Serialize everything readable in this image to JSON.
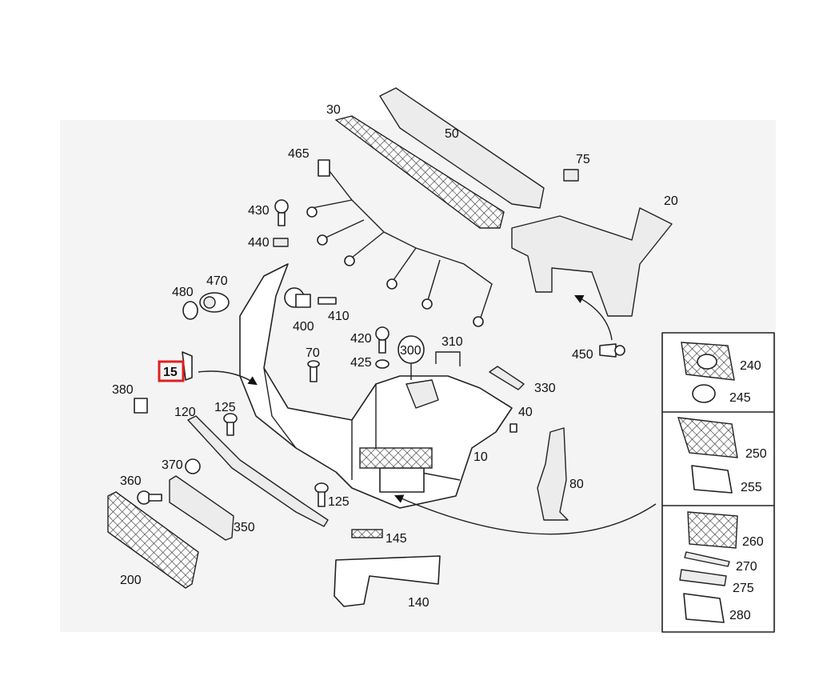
{
  "labels": {
    "p10": "10",
    "p15": "15",
    "p20": "20",
    "p30": "30",
    "p40": "40",
    "p50": "50",
    "p70": "70",
    "p75": "75",
    "p80": "80",
    "p120": "120",
    "p125a": "125",
    "p125b": "125",
    "p140": "140",
    "p145": "145",
    "p200": "200",
    "p240": "240",
    "p245": "245",
    "p250": "250",
    "p255": "255",
    "p260": "260",
    "p270": "270",
    "p275": "275",
    "p280": "280",
    "p300": "300",
    "p310": "310",
    "p330": "330",
    "p350": "350",
    "p360": "360",
    "p370": "370",
    "p380": "380",
    "p400": "400",
    "p410": "410",
    "p420": "420",
    "p425": "425",
    "p430": "430",
    "p440": "440",
    "p450": "450",
    "p465": "465",
    "p470": "470",
    "p480": "480"
  },
  "highlight": {
    "part": "15",
    "color": "#e02020"
  }
}
